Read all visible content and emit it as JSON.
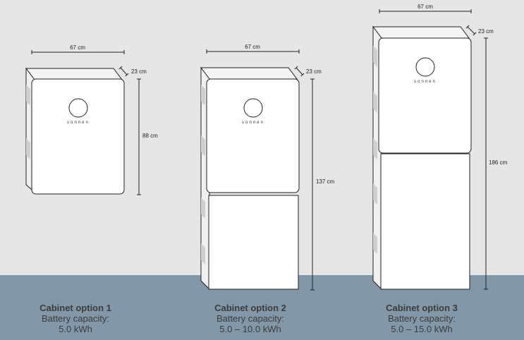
{
  "colors": {
    "wall": "#e6e6e6",
    "floor": "#8298a8",
    "cabinet": "#ffffff",
    "outline": "#222222",
    "text": "#3b3b3b"
  },
  "cabinets": [
    {
      "width_label": "67 cm",
      "depth_label": "23 cm",
      "height_label": "88 cm",
      "brand": "sonnen",
      "title": "Cabinet option 1",
      "capacity_label": "Battery capacity:",
      "capacity_value": "5.0 kWh"
    },
    {
      "width_label": "67 cm",
      "depth_label": "23 cm",
      "height_label": "137 cm",
      "brand": "sonnen",
      "title": "Cabinet option 2",
      "capacity_label": "Battery capacity:",
      "capacity_value": "5.0 – 10.0 kWh"
    },
    {
      "width_label": "67 cm",
      "depth_label": "23 cm",
      "height_label": "186 cm",
      "brand": "sonnen",
      "title": "Cabinet option 3",
      "capacity_label": "Battery capacity:",
      "capacity_value": "5.0 – 15.0 kWh"
    }
  ]
}
